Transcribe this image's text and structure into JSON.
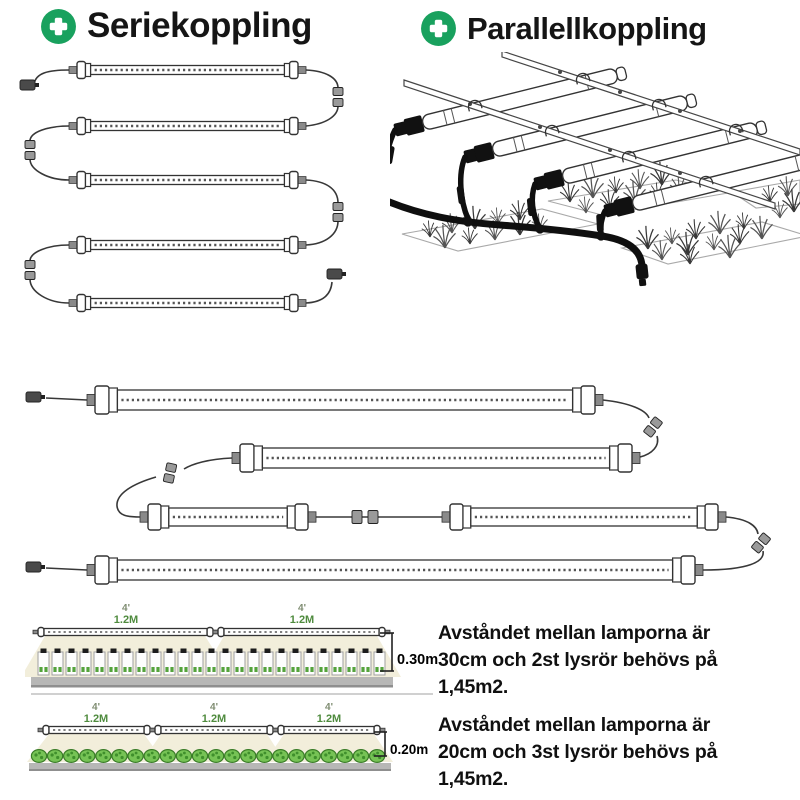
{
  "headers": {
    "series": "Seriekoppling",
    "parallel": "Parallellkoppling",
    "icon": "plus-circle-icon"
  },
  "spacing": {
    "top": {
      "tubes": [
        {
          "feet": "4'",
          "meters": "1.2M"
        },
        {
          "feet": "4'",
          "meters": "1.2M"
        }
      ],
      "height": "0.30m"
    },
    "bottom": {
      "tubes": [
        {
          "feet": "4'",
          "meters": "1.2M"
        },
        {
          "feet": "4'",
          "meters": "1.2M"
        },
        {
          "feet": "4'",
          "meters": "1.2M"
        }
      ],
      "height": "0.20m"
    }
  },
  "notes": [
    {
      "lines": [
        "Avståndet mellan lamporna är",
        "30cm och 2st lysrör behövs på",
        "1,45m2."
      ]
    },
    {
      "lines": [
        "Avståndet mellan lamporna är",
        "20cm och 3st lysrör behövs på",
        "1,45m2."
      ]
    }
  ],
  "colors": {
    "accent_green": "#19a15e",
    "label_green": "#4f8b3e",
    "label_gray_green": "#7f8d72",
    "cone": "#f2eedb",
    "shelf": "#b7b7b6",
    "line_art": "#333333",
    "cable_black": "#111111",
    "plant_green": "#76c355"
  }
}
